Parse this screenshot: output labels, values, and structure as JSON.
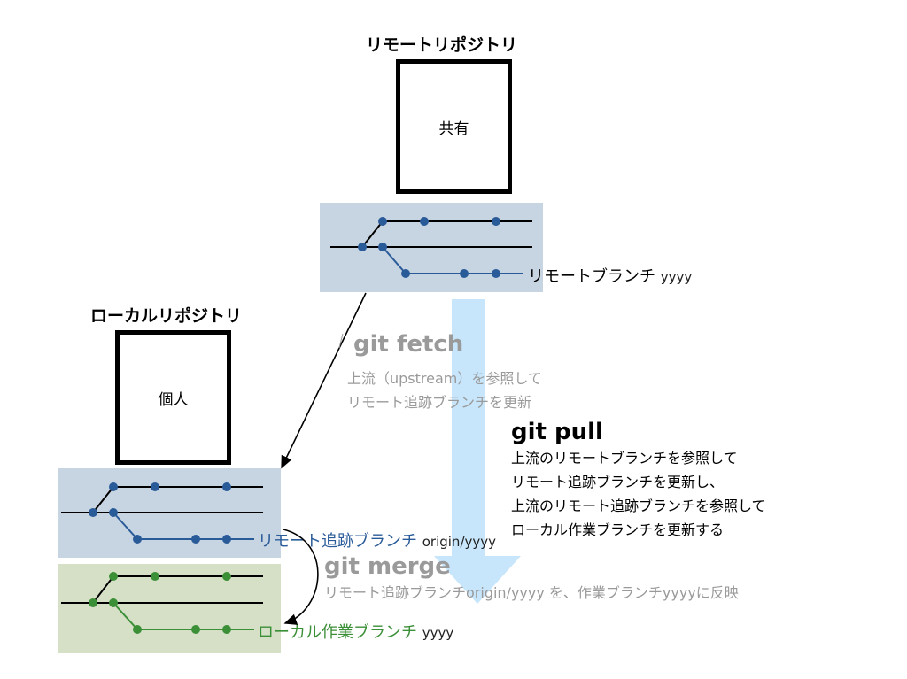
{
  "remote_repo": {
    "title": "リモートリポジトリ",
    "label": "共有"
  },
  "local_repo": {
    "title": "ローカルリポジトリ",
    "label": "個人"
  },
  "branches": {
    "remote": {
      "label": "リモートブランチ",
      "name": "yyyy"
    },
    "tracking": {
      "label": "リモート追跡ブランチ",
      "name": "origin/yyyy"
    },
    "working": {
      "label": "ローカル作業ブランチ",
      "name": "yyyy"
    }
  },
  "fetch": {
    "title": "git fetch",
    "desc": [
      "上流（upstream）を参照して",
      "リモート追跡ブランチを更新"
    ]
  },
  "pull": {
    "title": "git pull",
    "desc": [
      "上流のリモートブランチを参照して",
      "リモート追跡ブランチを更新し、",
      "上流のリモート追跡ブランチを参照して",
      "ローカル作業ブランチを更新する"
    ]
  },
  "merge": {
    "title": "git merge",
    "desc": "リモート追跡ブランチorigin/yyyy を、作業ブランチyyyyに反映"
  },
  "colors": {
    "blue_panel": "#c7d4e2",
    "green_panel": "#d5e0c7",
    "blue_branch": "#2a5b99",
    "green_branch": "#3b8f37",
    "pull_arrow": "#c7e6fb",
    "gray_text": "#9a9a9a"
  }
}
